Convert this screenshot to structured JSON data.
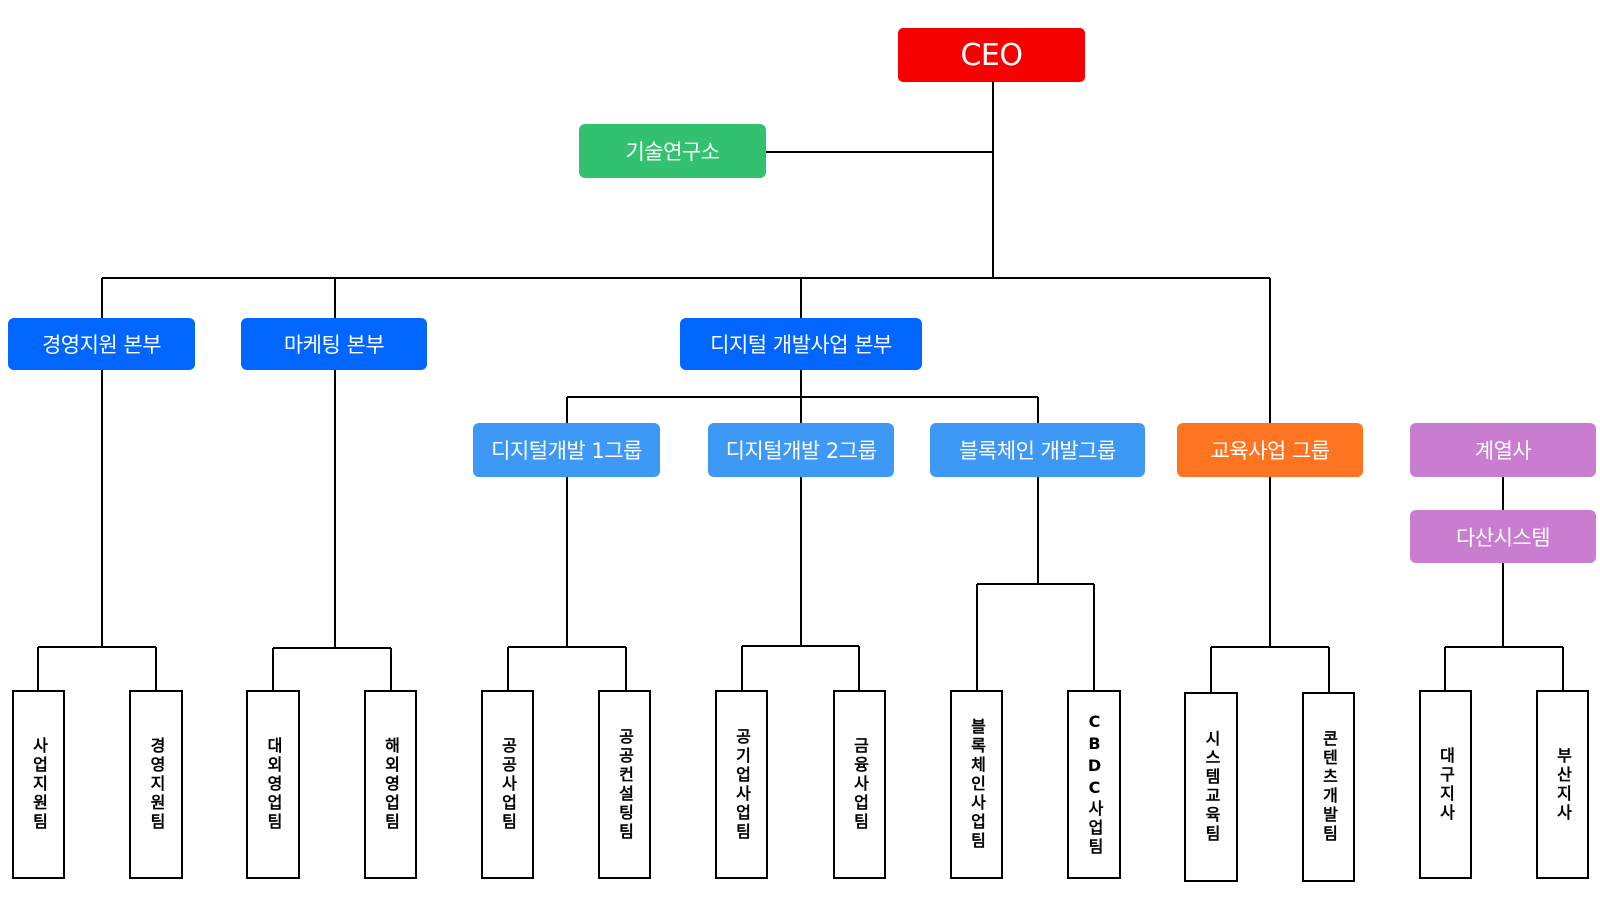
{
  "colors": {
    "ceo": "#f70000",
    "lab": "#33c16f",
    "division": "#0066ff",
    "group": "#3d99f5",
    "education": "#ff7421",
    "affiliate": "#c87dd0",
    "line": "#000000"
  },
  "chart": {
    "ceo": "CEO",
    "lab": "기술연구소",
    "divisions": {
      "management": "경영지원 본부",
      "marketing": "마케팅 본부",
      "digital": "디지털 개발사업 본부"
    },
    "groups": {
      "digital1": "디지털개발 1그룹",
      "digital2": "디지털개발 2그룹",
      "blockchain": "블록체인 개발그룹",
      "education": "교육사업 그룹"
    },
    "affiliate": {
      "label": "계열사",
      "company": "다산시스템"
    },
    "teams": [
      "사업지원팀",
      "경영지원팀",
      "대외영업팀",
      "해외영업팀",
      "공공사업팀",
      "공공컨설팅팀",
      "공기업사업팀",
      "금융사업팀",
      "블록체인사업팀",
      "CBDC사업팀",
      "시스템교육팀",
      "콘텐츠개발팀",
      "대구지사",
      "부산지사"
    ]
  }
}
